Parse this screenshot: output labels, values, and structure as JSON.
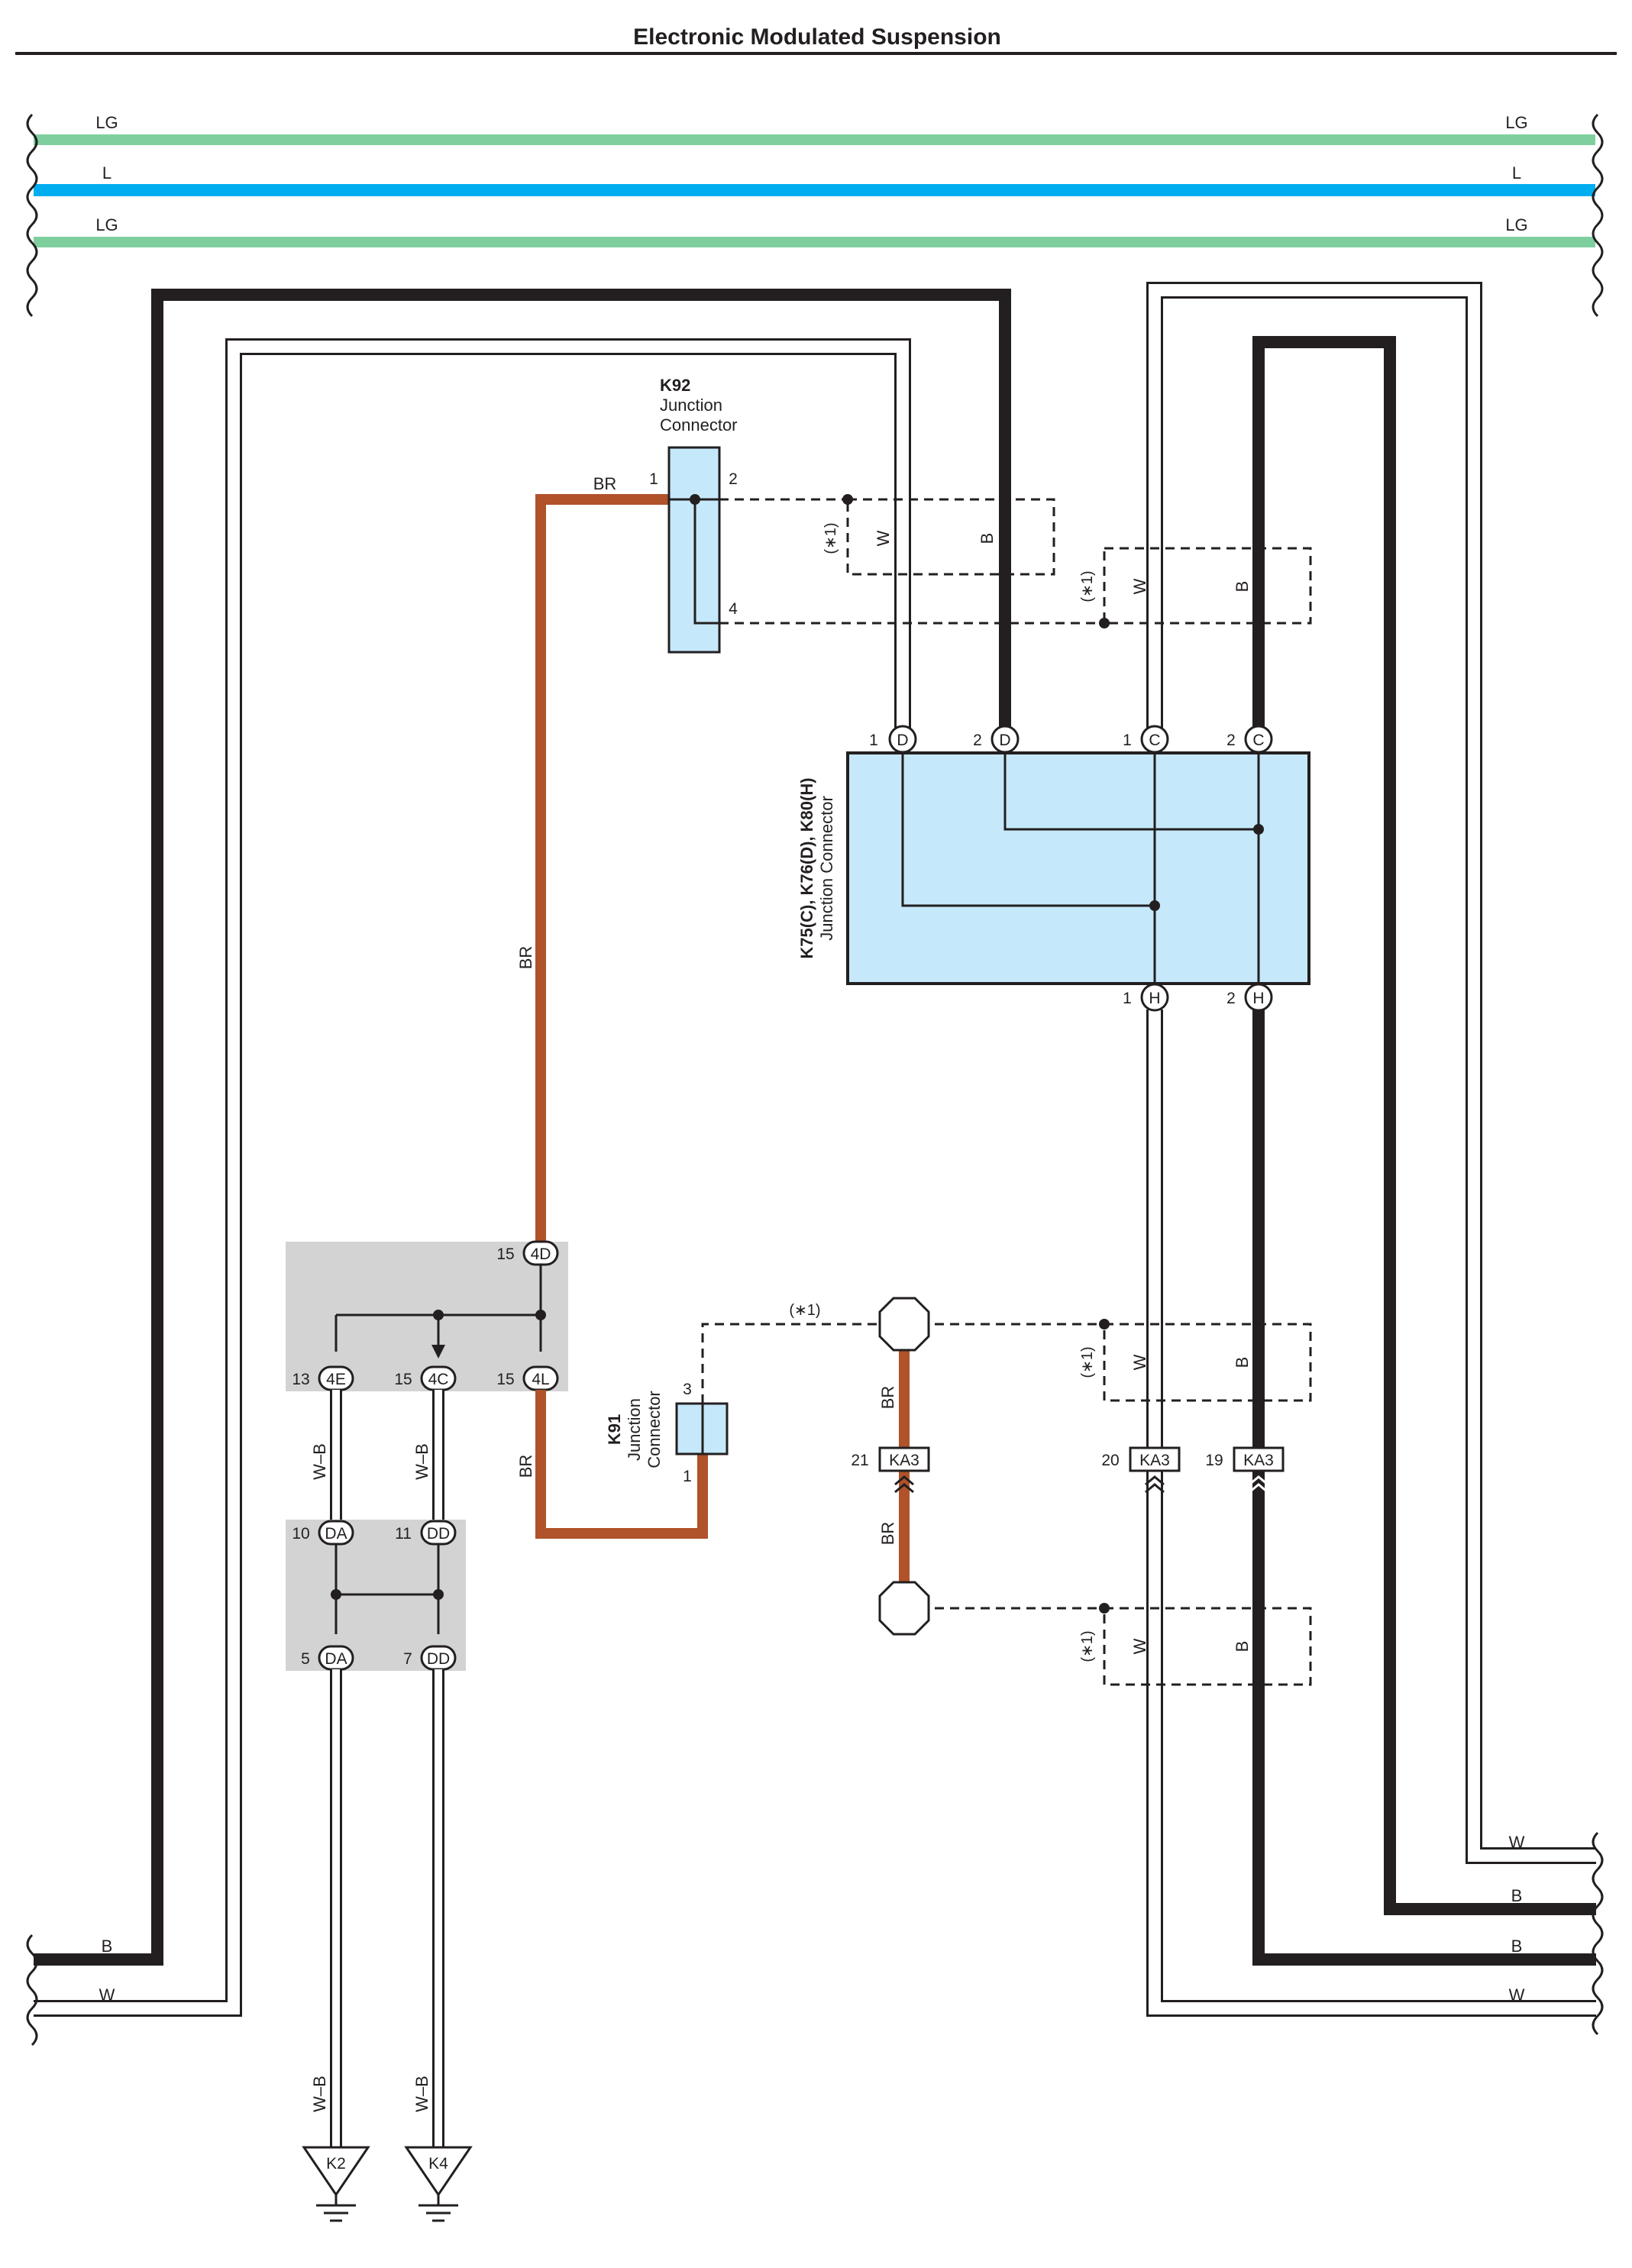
{
  "title": "Electronic Modulated Suspension",
  "colors": {
    "LG": "#7fcf9e",
    "L": "#00aeef",
    "B": "#231f20",
    "W": "#ffffff",
    "BR": "#b0522a",
    "W-B": "#ffffff",
    "connector_fill": "#c6e8fb",
    "junction_box_fill": "#d3d3d4"
  },
  "bus_wires": {
    "top": [
      "LG",
      "L",
      "LG"
    ],
    "bottom_left": [
      "B",
      "W"
    ],
    "bottom_right": [
      "W",
      "B",
      "B",
      "W"
    ]
  },
  "connectors": {
    "k92": {
      "code": "K92",
      "name_line1": "Junction",
      "name_line2": "Connector",
      "pins": [
        "1",
        "2",
        "4"
      ]
    },
    "k75": {
      "code": "K75(C), K76(D), K80(H)",
      "name": "Junction Connector",
      "pins_top": [
        "1",
        "2",
        "1",
        "2"
      ],
      "ids_top": [
        "D",
        "D",
        "C",
        "C"
      ],
      "pins_bottom": [
        "1",
        "2"
      ],
      "ids_bottom": [
        "H",
        "H"
      ]
    },
    "k91": {
      "code": "K91",
      "name_line1": "Junction",
      "name_line2": "Connector",
      "pins": [
        "3",
        "1"
      ]
    },
    "jb1": {
      "pin_top": "15",
      "id_top": "4D",
      "pins_bottom": [
        "13",
        "15",
        "15"
      ],
      "ids_bottom": [
        "4E",
        "4C",
        "4L"
      ]
    },
    "jb2": {
      "pins_top": [
        "10",
        "11"
      ],
      "ids_top": [
        "DA",
        "DD"
      ],
      "pins_bottom": [
        "5",
        "7"
      ],
      "ids_bottom": [
        "DA",
        "DD"
      ]
    },
    "ka3": {
      "pins": [
        "21",
        "20",
        "19"
      ],
      "id": "KA3"
    }
  },
  "wire_labels": {
    "br": "BR",
    "w": "W",
    "b": "B",
    "wb": "W–B",
    "shield": "(∗1)"
  },
  "grounds": [
    "K2",
    "K4"
  ]
}
